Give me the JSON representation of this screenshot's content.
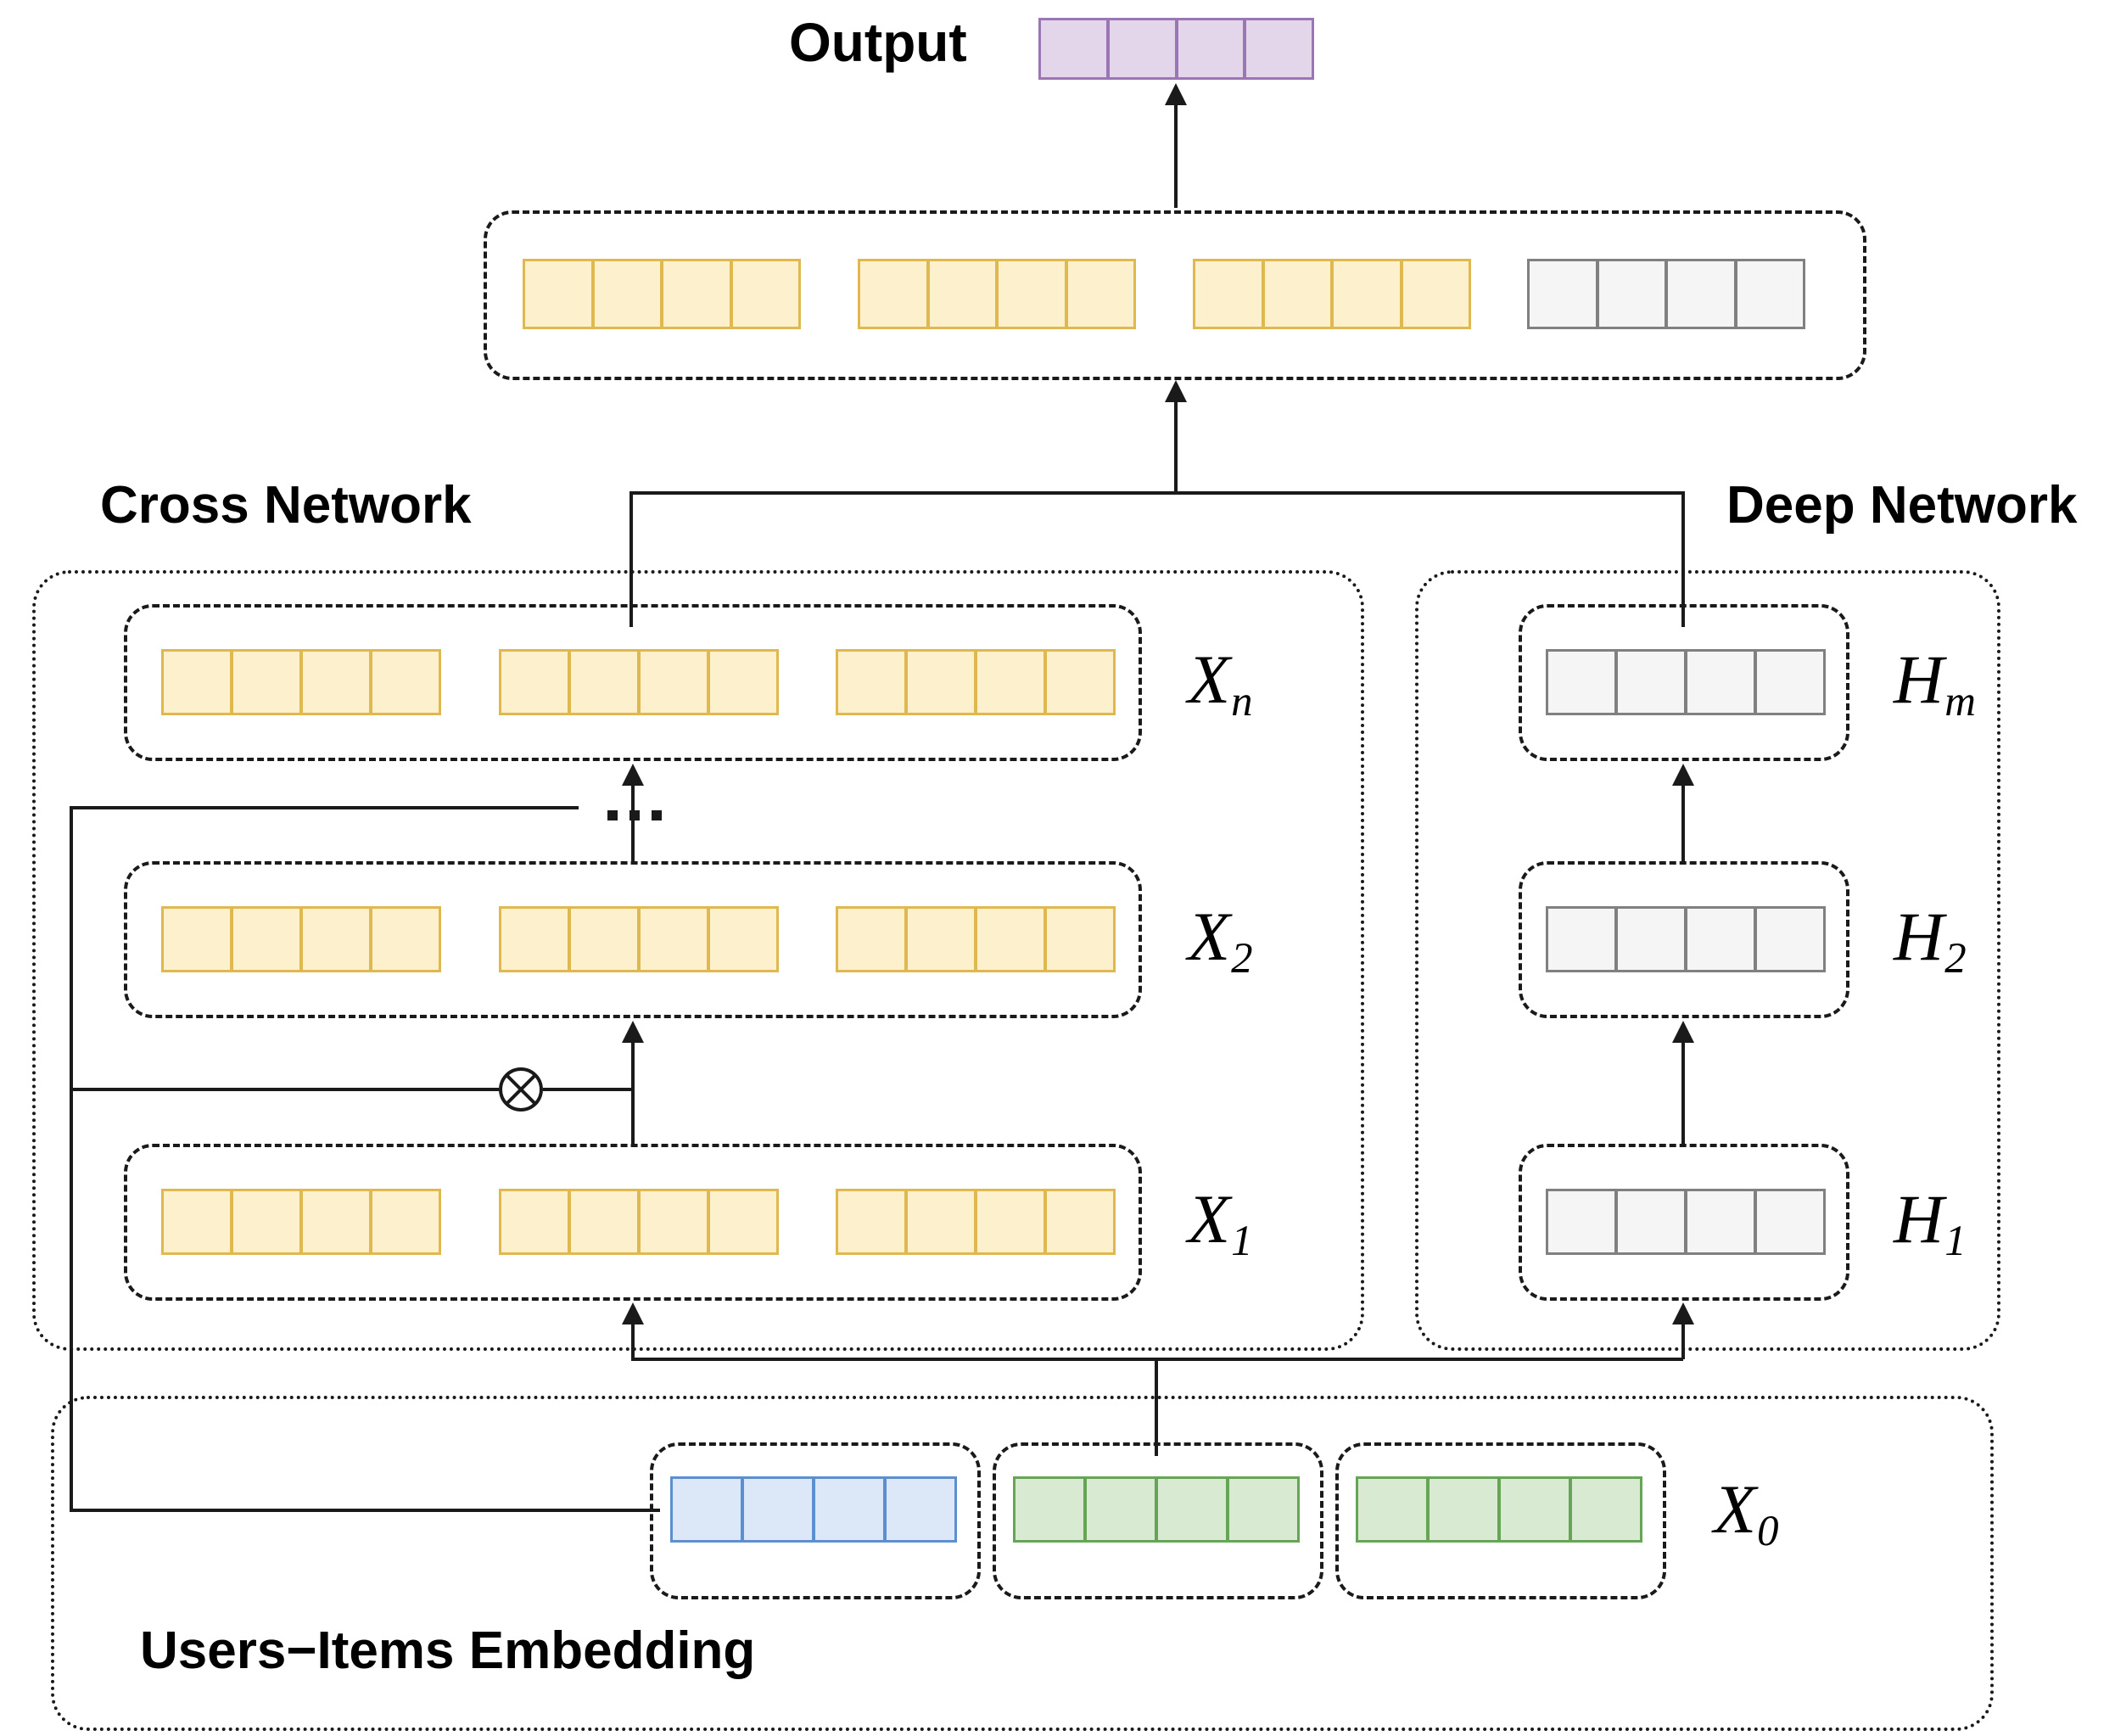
{
  "diagram": {
    "title": "Deep & Cross Network architecture",
    "labels": {
      "output": "Output",
      "cross_network": "Cross Network",
      "deep_network": "Deep Network",
      "embedding": "Users−Items Embedding"
    },
    "math_labels": {
      "x0": {
        "base": "X",
        "sub": "0"
      },
      "x1": {
        "base": "X",
        "sub": "1"
      },
      "x2": {
        "base": "X",
        "sub": "2"
      },
      "xn": {
        "base": "X",
        "sub": "n"
      },
      "h1": {
        "base": "H",
        "sub": "1"
      },
      "h2": {
        "base": "H",
        "sub": "2"
      },
      "hm": {
        "base": "H",
        "sub": "m"
      }
    },
    "operators": {
      "cross_product": "⊗",
      "ellipsis": "..."
    },
    "colors": {
      "cross_cell_fill": "#fdf0cd",
      "cross_cell_border": "#dfb94f",
      "deep_cell_fill": "#f5f5f5",
      "deep_cell_border": "#808080",
      "output_cell_fill": "#e3d6ea",
      "output_cell_border": "#9a76b4",
      "user_embed_fill": "#dce8f8",
      "user_embed_border": "#5b8fd0",
      "item_embed_fill": "#d9ead3",
      "item_embed_border": "#66a456",
      "line": "#1a1a1a"
    },
    "layers": {
      "output": {
        "blocks": [
          {
            "color": "purple",
            "cells": 4
          }
        ]
      },
      "concat": {
        "blocks": [
          {
            "color": "yellow",
            "cells": 4
          },
          {
            "color": "yellow",
            "cells": 4
          },
          {
            "color": "yellow",
            "cells": 4
          },
          {
            "color": "gray",
            "cells": 4
          }
        ]
      },
      "cross_xn": {
        "blocks": [
          {
            "color": "yellow",
            "cells": 4
          },
          {
            "color": "yellow",
            "cells": 4
          },
          {
            "color": "yellow",
            "cells": 4
          }
        ]
      },
      "cross_x2": {
        "blocks": [
          {
            "color": "yellow",
            "cells": 4
          },
          {
            "color": "yellow",
            "cells": 4
          },
          {
            "color": "yellow",
            "cells": 4
          }
        ]
      },
      "cross_x1": {
        "blocks": [
          {
            "color": "yellow",
            "cells": 4
          },
          {
            "color": "yellow",
            "cells": 4
          },
          {
            "color": "yellow",
            "cells": 4
          }
        ]
      },
      "deep_hm": {
        "blocks": [
          {
            "color": "gray",
            "cells": 4
          }
        ]
      },
      "deep_h2": {
        "blocks": [
          {
            "color": "gray",
            "cells": 4
          }
        ]
      },
      "deep_h1": {
        "blocks": [
          {
            "color": "gray",
            "cells": 4
          }
        ]
      },
      "embedding": {
        "blocks": [
          {
            "color": "blue",
            "cells": 4
          },
          {
            "color": "green",
            "cells": 4
          },
          {
            "color": "green",
            "cells": 4
          }
        ]
      }
    }
  }
}
